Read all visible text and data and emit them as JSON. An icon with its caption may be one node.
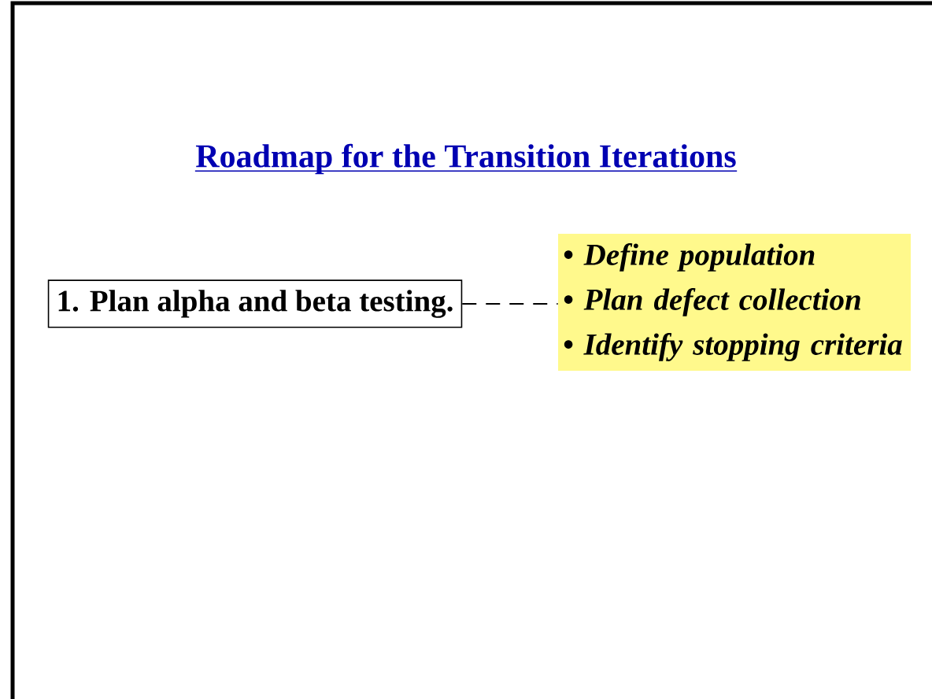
{
  "diagram": {
    "title": "Roadmap for the Transition Iterations",
    "nodes": [
      {
        "text": [
          "1. Plan alpha and beta testing."
        ]
      },
      {
        "text": [
          "• Define population",
          "• Plan defect collection",
          "• Identify stopping criteria"
        ]
      }
    ],
    "edges": [
      {
        "from": 0,
        "to": 1,
        "arrow": "none",
        "style": "dashed"
      }
    ]
  }
}
